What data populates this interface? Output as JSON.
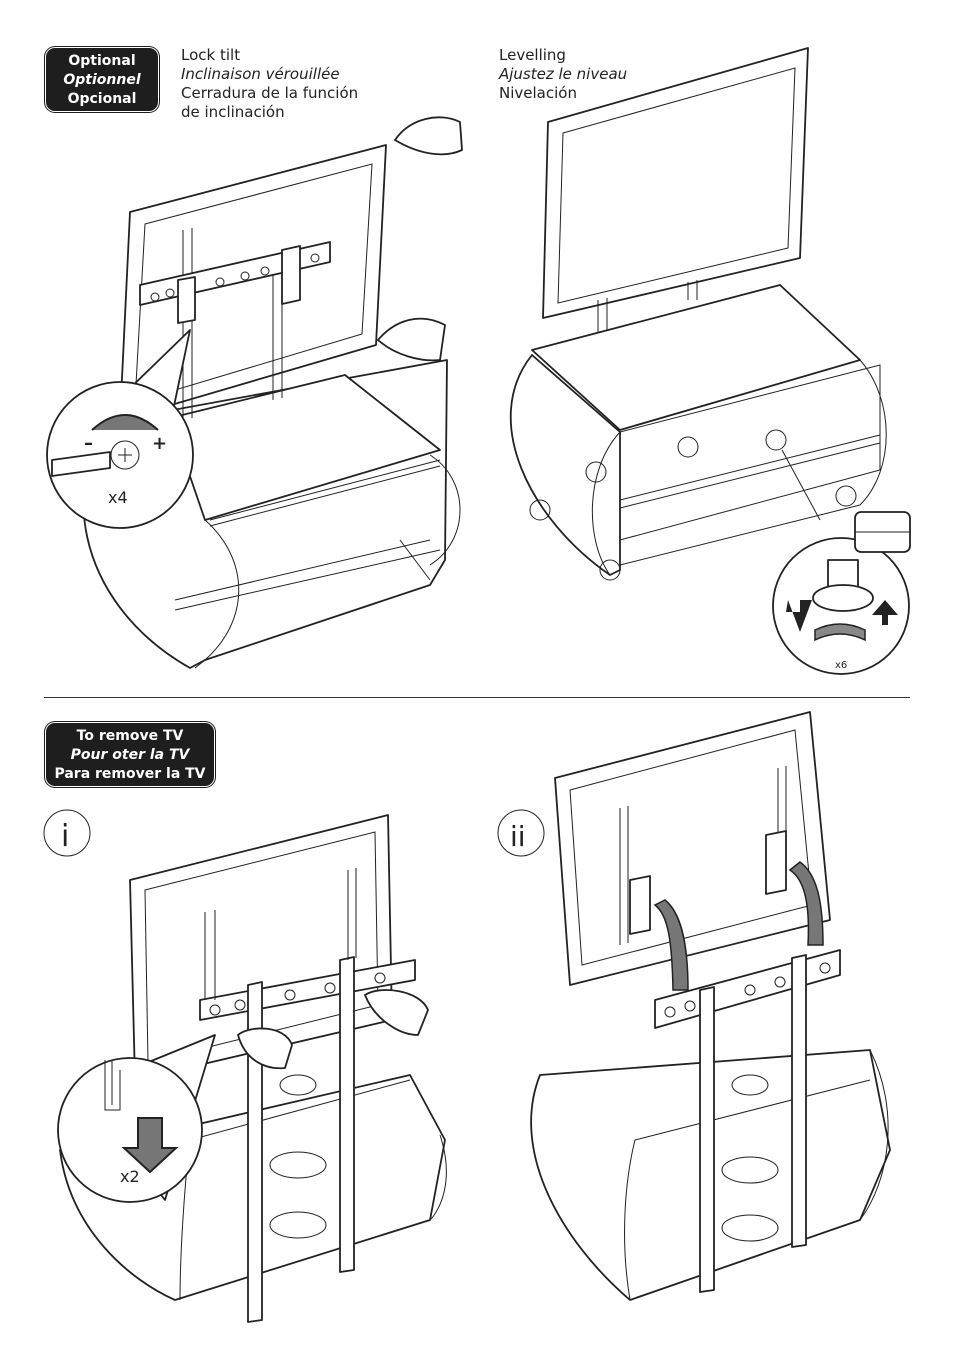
{
  "optional_badge": {
    "line1": "Optional",
    "line2": "Optionnel",
    "line3": "Opcional"
  },
  "lock_tilt": {
    "line1": "Lock tilt",
    "line2": "Inclinaison vérouillée",
    "line3": "Cerradura de la función",
    "line4": "de inclinación"
  },
  "levelling": {
    "line1": "Levelling",
    "line2": "Ajustez le niveau",
    "line3": "Nivelación"
  },
  "remove_badge": {
    "line1": "To remove TV",
    "line2": "Pour oter la TV",
    "line3": "Para remover la TV"
  },
  "step_labels": {
    "step1": "i",
    "step2": "ii"
  },
  "multipliers": {
    "tilt_screws": "x4",
    "levelling_feet": "x6",
    "release_clips": "x2"
  },
  "signs": {
    "minus": "–",
    "plus": "+"
  }
}
